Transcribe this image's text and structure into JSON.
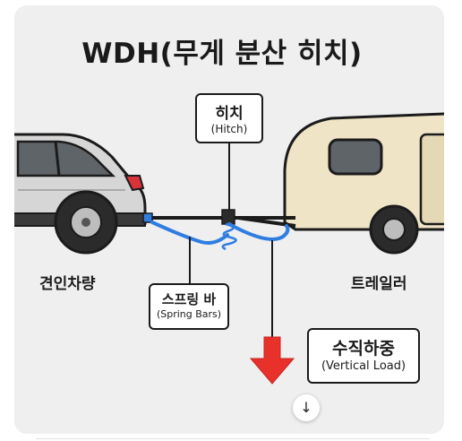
{
  "title": "WDH(무게 분산 히치)",
  "labels": {
    "hitch": {
      "ko": "히치",
      "en": "(Hitch)"
    },
    "spring": {
      "ko": "스프링 바",
      "en": "(Spring Bars)"
    },
    "vertical": {
      "ko": "수직하중",
      "en": "(Vertical Load)"
    },
    "tow_vehicle": "견인차량",
    "trailer": "트레일러"
  },
  "scroll_down_icon": "↓",
  "colors": {
    "background": "#efefef",
    "outline": "#1b1b1b",
    "car_body": "#d6d6d6",
    "trailer_body": "#efe4c6",
    "spring_bar": "#2f7de1",
    "arrow": "#e8312b"
  }
}
